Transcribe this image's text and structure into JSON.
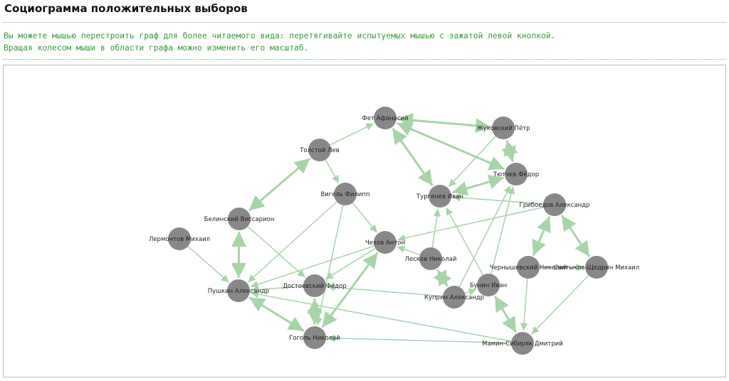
{
  "header": {
    "title": "Социограмма положительных выборов"
  },
  "instructions": {
    "line1": "Вы можете мышью перестроить граф для более читаемого вида: перетягивайте испытуемых мышью с зажатой левой кнопкой.",
    "line2": "Вращая колесом мыши в области графа можно изменить его масштаб."
  },
  "colors": {
    "node": "#888888",
    "edge": "#a8d4a8",
    "accent": "#3a9a3a"
  },
  "graph": {
    "nodes": [
      "Фет Афанасий",
      "Жуковский Пётр",
      "Толстой Лев",
      "Тютчев Фёдор",
      "Вигель Филипп",
      "Тургенев Иван",
      "Грибоедов Александр",
      "Белинский Виссарион",
      "Лермонтов Михаил",
      "Чехов Антон",
      "Лесков Николай",
      "Чернышевский Николай",
      "Салтыков-Щедрин Михаил",
      "Бунин Иван",
      "Достоевский Фёдор",
      "Пушкин Александр",
      "Куприн Александр",
      "Гоголь Николай",
      "Мамин-Сибиряк Дмитрий"
    ],
    "edges": [
      {
        "from": 2,
        "to": 0,
        "mutual": false
      },
      {
        "from": 0,
        "to": 5,
        "mutual": true
      },
      {
        "from": 0,
        "to": 1,
        "mutual": true
      },
      {
        "from": 0,
        "to": 3,
        "mutual": true
      },
      {
        "from": 1,
        "to": 3,
        "mutual": true
      },
      {
        "from": 1,
        "to": 5,
        "mutual": false
      },
      {
        "from": 5,
        "to": 3,
        "mutual": true
      },
      {
        "from": 6,
        "to": 5,
        "mutual": false
      },
      {
        "from": 2,
        "to": 7,
        "mutual": true
      },
      {
        "from": 2,
        "to": 4,
        "mutual": false
      },
      {
        "from": 4,
        "to": 9,
        "mutual": false
      },
      {
        "from": 4,
        "to": 15,
        "mutual": false
      },
      {
        "from": 4,
        "to": 17,
        "mutual": false
      },
      {
        "from": 7,
        "to": 15,
        "mutual": true
      },
      {
        "from": 7,
        "to": 14,
        "mutual": false
      },
      {
        "from": 8,
        "to": 15,
        "mutual": false
      },
      {
        "from": 6,
        "to": 9,
        "mutual": false
      },
      {
        "from": 9,
        "to": 15,
        "mutual": false
      },
      {
        "from": 9,
        "to": 14,
        "mutual": false
      },
      {
        "from": 9,
        "to": 17,
        "mutual": true
      },
      {
        "from": 10,
        "to": 9,
        "mutual": false
      },
      {
        "from": 10,
        "to": 5,
        "mutual": false
      },
      {
        "from": 10,
        "to": 16,
        "mutual": true
      },
      {
        "from": 16,
        "to": 3,
        "mutual": false
      },
      {
        "from": 16,
        "to": 13,
        "mutual": false
      },
      {
        "from": 16,
        "to": 14,
        "mutual": false
      },
      {
        "from": 13,
        "to": 5,
        "mutual": false
      },
      {
        "from": 13,
        "to": 3,
        "mutual": false
      },
      {
        "from": 13,
        "to": 18,
        "mutual": true
      },
      {
        "from": 6,
        "to": 11,
        "mutual": true
      },
      {
        "from": 6,
        "to": 12,
        "mutual": true
      },
      {
        "from": 11,
        "to": 18,
        "mutual": false
      },
      {
        "from": 12,
        "to": 18,
        "mutual": false
      },
      {
        "from": 11,
        "to": 12,
        "mutual": false
      },
      {
        "from": 18,
        "to": 15,
        "mutual": false
      },
      {
        "from": 18,
        "to": 17,
        "mutual": false
      },
      {
        "from": 14,
        "to": 17,
        "mutual": true
      },
      {
        "from": 15,
        "to": 17,
        "mutual": true
      },
      {
        "from": 14,
        "to": 15,
        "mutual": false
      }
    ]
  }
}
